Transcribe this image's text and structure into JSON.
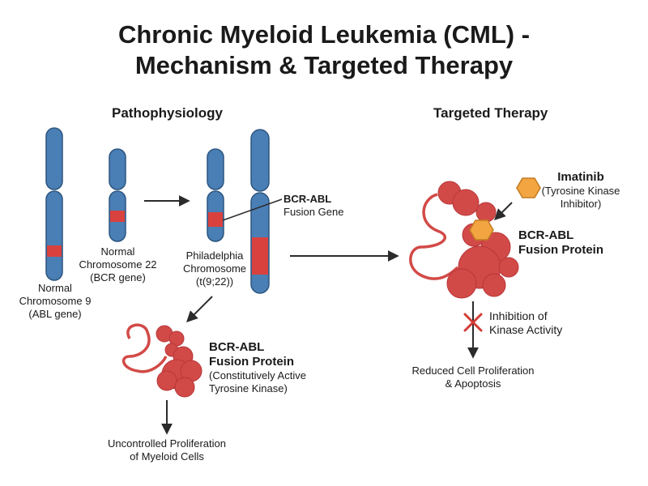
{
  "title": {
    "line1": "Chronic Myeloid Leukemia (CML) -",
    "line2": "Mechanism & Targeted Therapy"
  },
  "sections": {
    "left": "Pathophysiology",
    "right": "Targeted Therapy"
  },
  "chromosomes": {
    "chr9": {
      "line1": "Normal",
      "line2": "Chromosome 9",
      "line3": "(ABL gene)"
    },
    "chr22": {
      "line1": "Normal",
      "line2": "Chromosome 22",
      "line3": "(BCR gene)"
    },
    "philadelphia": {
      "line1": "Philadelphia",
      "line2": "Chromosome",
      "line3": "(t(9;22))"
    }
  },
  "fusion_gene": {
    "line1": "BCR-ABL",
    "line2": "Fusion Gene"
  },
  "left_protein": {
    "line1": "BCR-ABL",
    "line2": "Fusion Protein",
    "line3": "(Constitutively Active",
    "line4": "Tyrosine Kinase)"
  },
  "left_outcome": {
    "line1": "Uncontrolled Proliferation",
    "line2": "of Myeloid Cells"
  },
  "drug": {
    "name": "Imatinib",
    "line2": "(Tyrosine Kinase",
    "line3": "Inhibitor)"
  },
  "right_protein": {
    "line1": "BCR-ABL",
    "line2": "Fusion Protein"
  },
  "inhibition": {
    "line1": "Inhibition of",
    "line2": "Kinase Activity"
  },
  "right_outcome": {
    "line1": "Reduced Cell Proliferation",
    "line2": "& Apoptosis"
  },
  "colors": {
    "chromosome_blue": "#4a7fb5",
    "chromosome_outline": "#2c5580",
    "band_red": "#d9413e",
    "protein_red": "#d24a47",
    "drug_orange": "#f2a541",
    "arrow": "#2b2b2b",
    "inhibit_x": "#d23b35"
  },
  "icons": {
    "drug": "hexagon",
    "inhibition": "x-mark"
  }
}
